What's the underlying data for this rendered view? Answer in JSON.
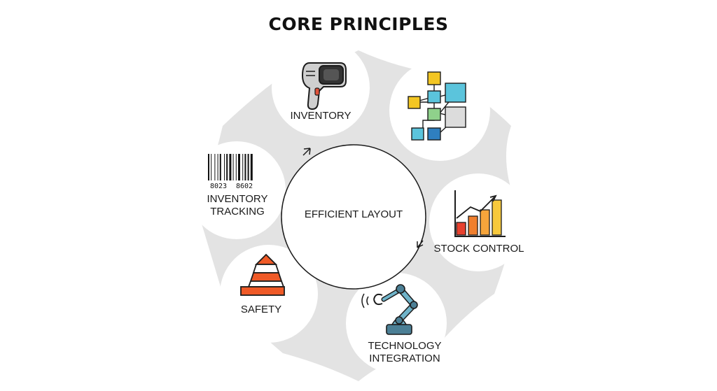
{
  "title": "CORE PRINCIPLES",
  "center": {
    "label": "EFFICIENT LAYOUT"
  },
  "principles": [
    {
      "label": "INVENTORY",
      "icon": "barcode-scanner-icon"
    },
    {
      "label": "",
      "icon": "flowchart-icon"
    },
    {
      "label": "STOCK CONTROL",
      "icon": "bar-chart-growth-icon"
    },
    {
      "label_line1": "TECHNOLOGY",
      "label_line2": "INTEGRATION",
      "icon": "robotic-arm-icon"
    },
    {
      "label": "SAFETY",
      "icon": "traffic-cone-icon"
    },
    {
      "label_line1": "INVENTORY",
      "label_line2": "TRACKING",
      "icon": "barcode-icon"
    }
  ],
  "barcode": {
    "digits_left": "8023",
    "digits_right": "8602"
  },
  "colors": {
    "ring": "#e3e3e3",
    "outline": "#1c1c1c",
    "scanner_screen": "#333333",
    "scanner_accent": "#e0523a",
    "flow_yellow": "#f3c623",
    "flow_blue": "#5bc4dc",
    "flow_green": "#8fd18b",
    "flow_gray": "#dcdcdc",
    "flow_navy": "#2f7fc0",
    "bar_red": "#e8412e",
    "bar_orange": "#f07f2e",
    "bar_amber": "#f6a53b",
    "bar_yellow": "#f7c93c",
    "cone_orange": "#ef5a27",
    "robot_teal": "#6fb3c9",
    "robot_dark": "#4b7f95"
  }
}
